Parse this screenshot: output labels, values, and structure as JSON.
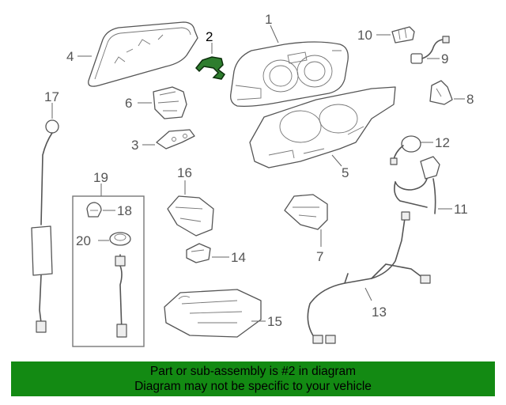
{
  "banner": {
    "line1": "Part or sub-assembly is #2 in diagram",
    "line2": "Diagram may not be specific to your vehicle",
    "color": "#138a13"
  },
  "callouts": {
    "c1": "1",
    "c2": "2",
    "c3": "3",
    "c4": "4",
    "c5": "5",
    "c6": "6",
    "c7": "7",
    "c8": "8",
    "c9": "9",
    "c10": "10",
    "c11": "11",
    "c12": "12",
    "c13": "13",
    "c14": "14",
    "c15": "15",
    "c16": "16",
    "c17": "17",
    "c18": "18",
    "c19": "19",
    "c20": "20"
  },
  "highlighted_part": "2",
  "highlight_color": "#2e7d2e"
}
